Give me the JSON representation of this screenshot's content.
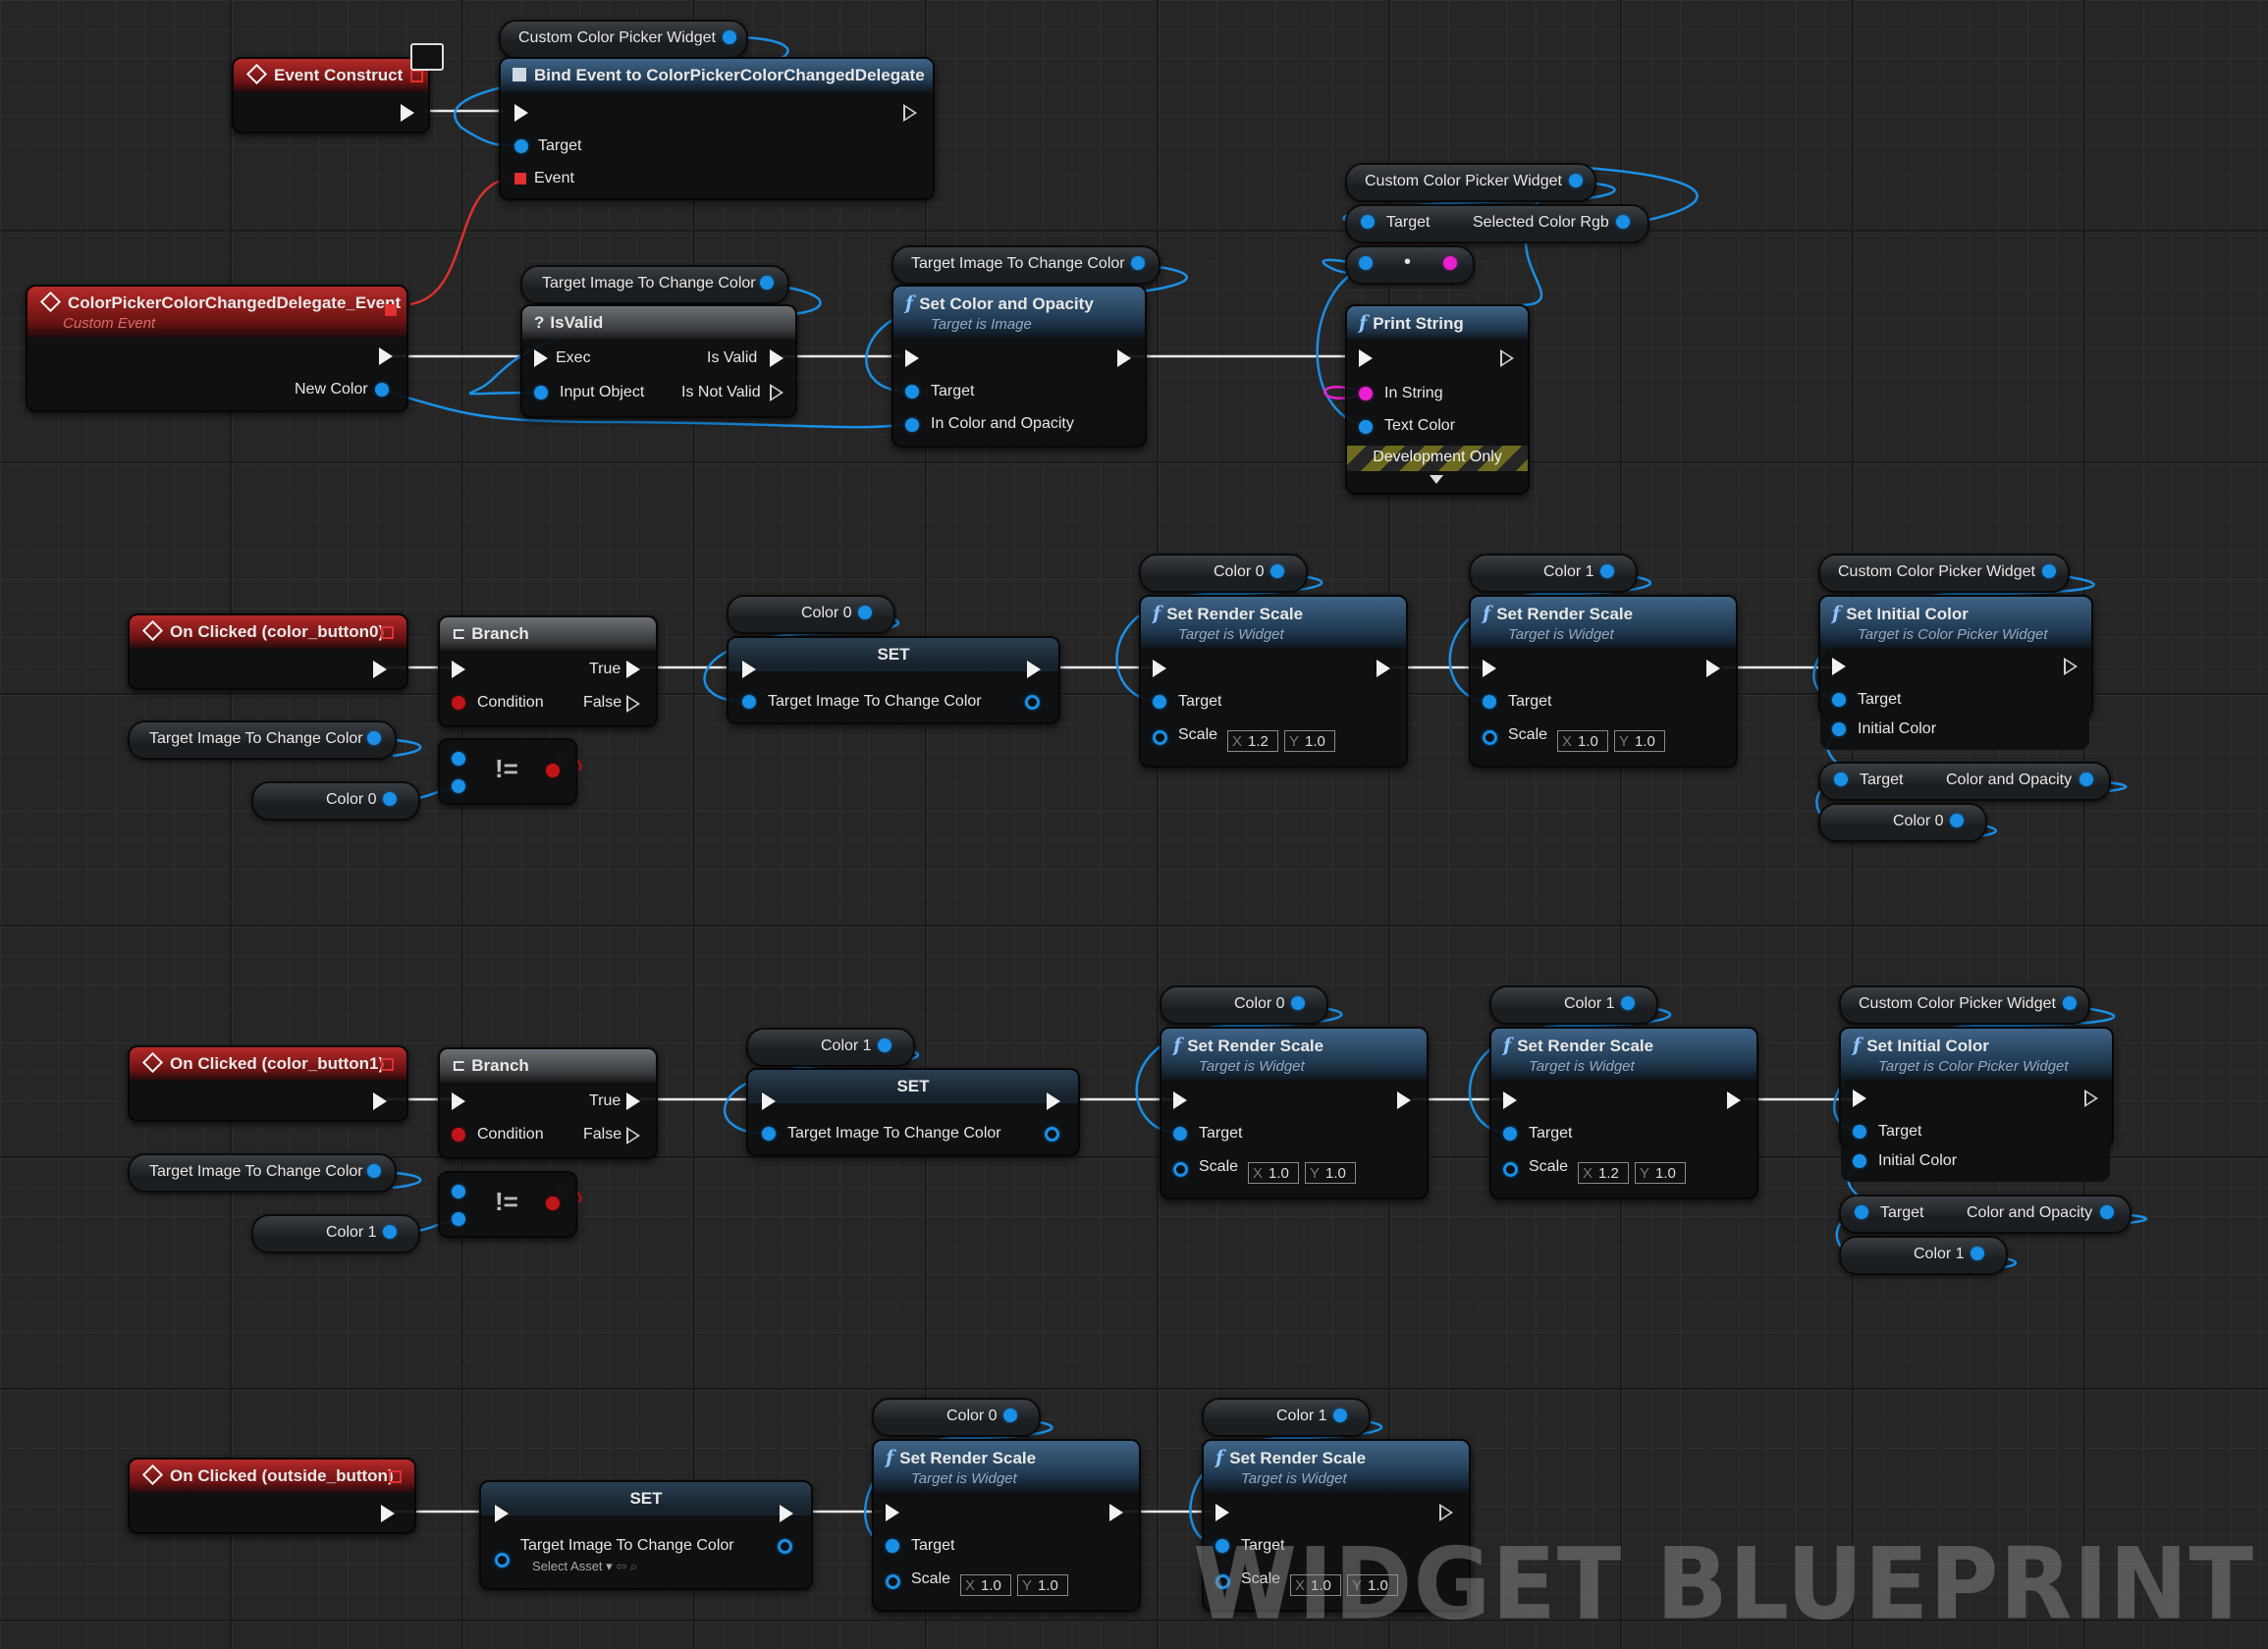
{
  "watermark": "WIDGET BLUEPRINT",
  "vars": {
    "ccpw": "Custom Color Picker Widget",
    "target_image": "Target Image To Change Color",
    "color0": "Color 0",
    "color1": "Color 1"
  },
  "nodes": {
    "event_construct": {
      "title": "Event Construct"
    },
    "bind_event": {
      "title": "Bind Event to ColorPickerColorChangedDelegate",
      "pin_target": "Target",
      "pin_event": "Event"
    },
    "delegate_event": {
      "title": "ColorPickerColorChangedDelegate_Event",
      "subtitle": "Custom Event",
      "pin_new_color": "New Color"
    },
    "isvalid": {
      "title": "IsValid",
      "pin_exec": "Exec",
      "pin_input": "Input Object",
      "pin_valid": "Is Valid",
      "pin_not_valid": "Is Not Valid"
    },
    "set_color_opacity": {
      "title": "Set Color and Opacity",
      "subtitle": "Target is Image",
      "pin_target": "Target",
      "pin_color": "In Color and Opacity"
    },
    "ccpw_break": {
      "pin_target": "Target",
      "pin_selected": "Selected Color Rgb"
    },
    "print_string": {
      "title": "Print String",
      "pin_in": "In String",
      "pin_color": "Text Color",
      "dev_only": "Development Only"
    },
    "branch": {
      "title": "Branch",
      "pin_true": "True",
      "pin_false": "False",
      "pin_condition": "Condition"
    },
    "set": {
      "title": "SET"
    },
    "set_render_scale": {
      "title": "Set Render Scale",
      "subtitle": "Target is Widget",
      "pin_target": "Target",
      "pin_scale": "Scale"
    },
    "set_initial_color": {
      "title": "Set Initial Color",
      "subtitle": "Target is Color Picker Widget",
      "pin_target": "Target",
      "pin_initial": "Initial Color"
    },
    "break_color": {
      "pin_target": "Target",
      "pin_color": "Color and Opacity"
    },
    "not_equal": {
      "symbol": "!="
    },
    "outside_set": {
      "select_asset": "Select Asset"
    }
  },
  "events": {
    "button0": "On Clicked (color_button0)",
    "button1": "On Clicked (color_button1)",
    "outside": "On Clicked (outside_button)"
  },
  "scale_values": {
    "r0_a": {
      "x": "1.2",
      "y": "1.0"
    },
    "r0_b": {
      "x": "1.0",
      "y": "1.0"
    },
    "r1_a": {
      "x": "1.0",
      "y": "1.0"
    },
    "r1_b": {
      "x": "1.2",
      "y": "1.0"
    },
    "r2_a": {
      "x": "1.0",
      "y": "1.0"
    },
    "r2_b": {
      "x": "1.0",
      "y": "1.0"
    }
  },
  "axis": {
    "x": "X",
    "y": "Y"
  },
  "colors": {
    "exec": "#ffffff",
    "object_pin": "#1a8fe6",
    "string_pin": "#ea1fd2",
    "bool_pin": "#c0161a",
    "event_header": "#8f1c1c",
    "function_header": "#2d4a66"
  },
  "icons": {
    "function": "function-icon",
    "event": "event-diamond-icon",
    "branch": "branch-icon",
    "isvalid": "question-icon",
    "monitor": "monitor-icon"
  }
}
